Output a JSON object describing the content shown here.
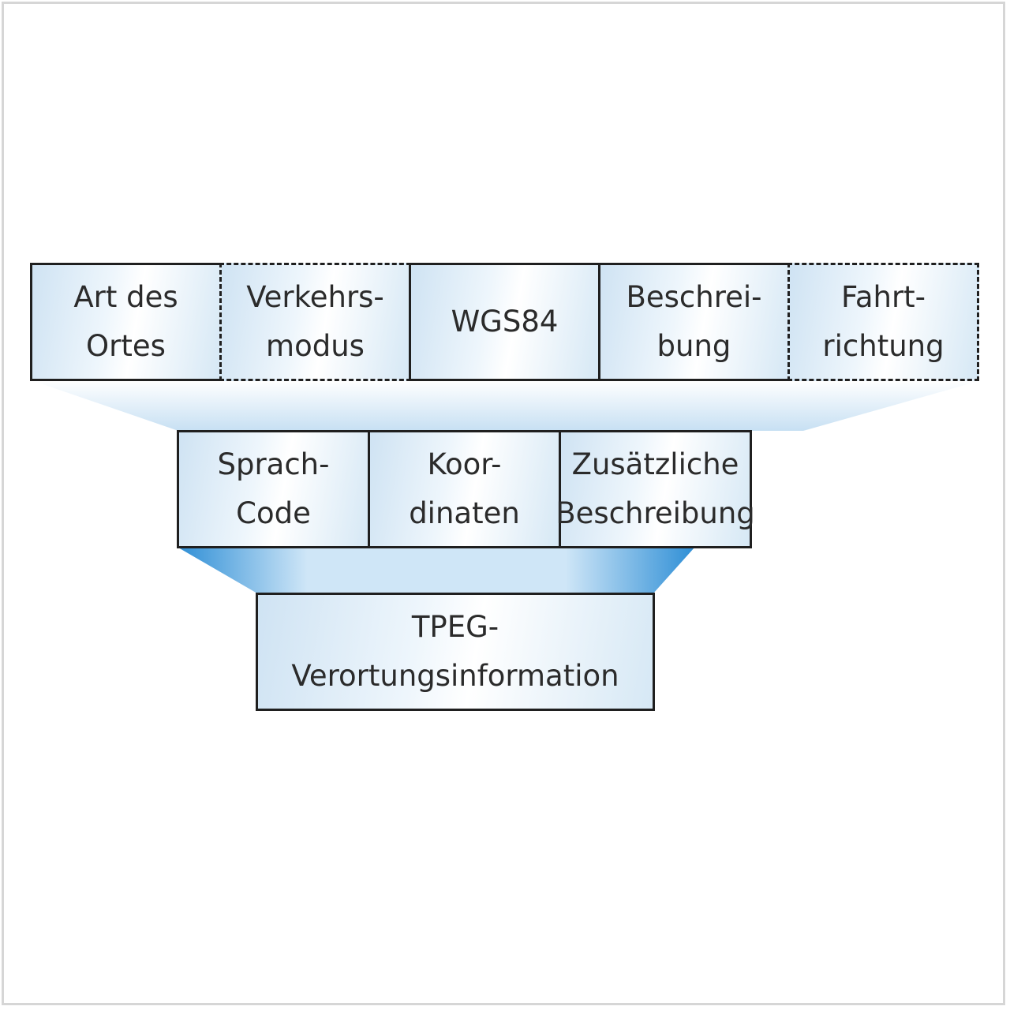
{
  "diagram": {
    "top_layer": [
      {
        "label": "Art des\nOrtes",
        "border": "solid"
      },
      {
        "label": "Verkehrs-\nmodus",
        "border": "dashed"
      },
      {
        "label": "WGS84",
        "border": "solid"
      },
      {
        "label": "Beschrei-\nbung",
        "border": "solid"
      },
      {
        "label": "Fahrt-\nrichtung",
        "border": "dashed"
      }
    ],
    "middle_layer": [
      {
        "label": "Sprach-\nCode",
        "border": "solid"
      },
      {
        "label": "Koor-\ndinaten",
        "border": "solid"
      },
      {
        "label": "Zusätzliche\nBeschreibung",
        "border": "solid"
      }
    ],
    "bottom_layer": [
      {
        "label": "TPEG-\nVerortungsinformation",
        "border": "solid"
      }
    ],
    "colors": {
      "box_light": "#ffffff",
      "box_blue": "#cfe3f3",
      "funnel_blue": "#3a9ad9",
      "funnel_light": "#e3f0fa",
      "border": "#1f1f1f"
    }
  }
}
